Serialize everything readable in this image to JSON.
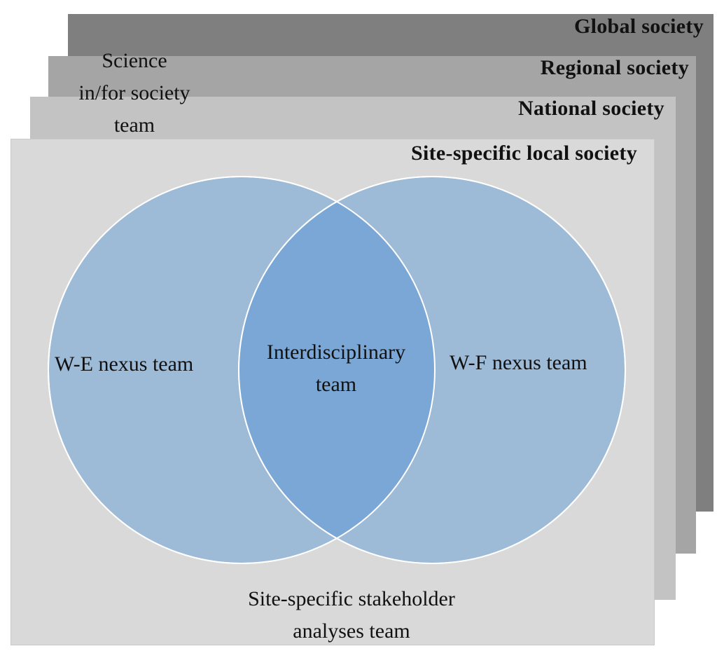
{
  "layers": {
    "global": {
      "title": "Global society",
      "fill": "#7f7f7f"
    },
    "regional": {
      "title": "Regional society",
      "fill": "#a5a5a5"
    },
    "national": {
      "title": "National society",
      "fill": "#c3c3c3"
    },
    "local": {
      "title": "Site-specific local society",
      "fill": "#d9d9d9"
    }
  },
  "science_team": {
    "line1": "Science",
    "line2": "in/for society",
    "line3": "team"
  },
  "circles": {
    "left_label": "W-E nexus team",
    "right_label": "W-F nexus team",
    "fill": "#9dbad7",
    "overlap_fill": "#7aa7d6",
    "stroke": "#ffffff"
  },
  "intersection": {
    "line1": "Interdisciplinary",
    "line2": "team"
  },
  "stakeholder": {
    "line1": "Site-specific stakeholder",
    "line2": "analyses team"
  }
}
